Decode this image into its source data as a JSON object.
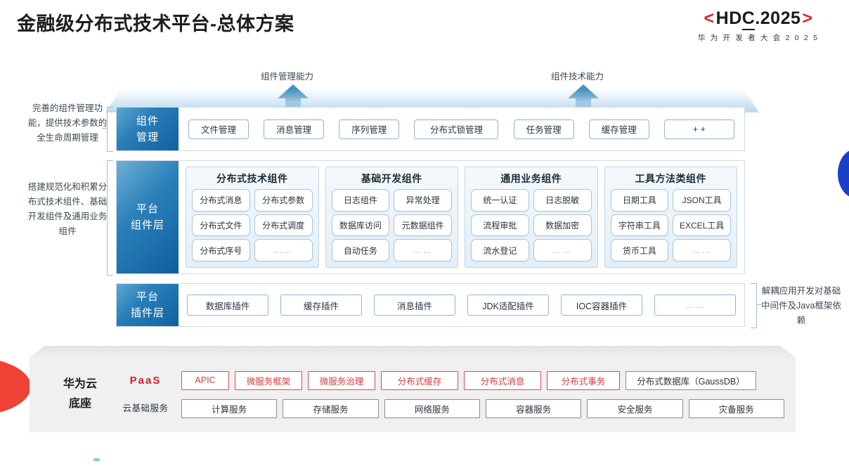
{
  "header": {
    "title": "金融级分布式技术平台-总体方案",
    "logo_bracket_left": "<",
    "logo_bracket_right": ">",
    "logo_h": "H",
    "logo_d": "D",
    "logo_c": "C",
    "logo_suffix": ".2025",
    "logo_subtitle": "华 为 开 发 者 大 会 2 0 2 5"
  },
  "arrows": {
    "left_caption": "组件管理能力",
    "right_caption": "组件技术能力"
  },
  "notes": {
    "left_top": "完善的组件管理功能，提供技术参数的全生命周期管理",
    "left_bottom": "搭建规范化和积累分布式技术组件、基础开发组件及通用业务组件",
    "right": "解耦应用开发对基础中间件及Java框架依赖"
  },
  "rows": {
    "component_management": {
      "label_line1": "组件",
      "label_line2": "管理",
      "items": [
        {
          "text": "文件管理",
          "width": 86
        },
        {
          "text": "消息管理",
          "width": 86
        },
        {
          "text": "序列管理",
          "width": 86
        },
        {
          "text": "分布式锁管理",
          "width": 120
        },
        {
          "text": "任务管理",
          "width": 86
        },
        {
          "text": "缓存管理",
          "width": 86
        },
        {
          "text": "+ +",
          "width": 100
        }
      ]
    },
    "platform_component_layer": {
      "label_line1": "平台",
      "label_line2": "组件层",
      "groups": [
        {
          "title": "分布式技术组件",
          "items": [
            "分布式消息",
            "分布式参数",
            "分布式文件",
            "分布式调度",
            "分布式序号",
            "……"
          ]
        },
        {
          "title": "基础开发组件",
          "items": [
            "日志组件",
            "异常处理",
            "数据库访问",
            "元数据组件",
            "自动任务",
            "……"
          ]
        },
        {
          "title": "通用业务组件",
          "items": [
            "统一认证",
            "日志脱敏",
            "流程审批",
            "数据加密",
            "流水登记",
            "……"
          ]
        },
        {
          "title": "工具方法类组件",
          "items": [
            "日期工具",
            "JSON工具",
            "字符串工具",
            "EXCEL工具",
            "货币工具",
            "……"
          ]
        }
      ]
    },
    "platform_plugin_layer": {
      "label_line1": "平台",
      "label_line2": "插件层",
      "items": [
        {
          "text": "数据库插件",
          "width": 116
        },
        {
          "text": "缓存插件",
          "width": 116
        },
        {
          "text": "消息插件",
          "width": 116
        },
        {
          "text": "JDK适配插件",
          "width": 116
        },
        {
          "text": "IOC容器插件",
          "width": 116
        },
        {
          "text": "……",
          "width": 116
        }
      ]
    }
  },
  "base": {
    "title_line1": "华为云",
    "title_line2": "底座",
    "paas_label": "PaaS",
    "cloud_label": "云基础服务",
    "paas_items": [
      {
        "text": "APIC",
        "width": 68,
        "style": "red"
      },
      {
        "text": "微服务框架",
        "width": 96,
        "style": "red"
      },
      {
        "text": "微服务治理",
        "width": 96,
        "style": "red"
      },
      {
        "text": "分布式缓存",
        "width": 110,
        "style": "red"
      },
      {
        "text": "分布式消息",
        "width": 110,
        "style": "red"
      },
      {
        "text": "分布式事务",
        "width": 104,
        "style": "red"
      },
      {
        "text": "分布式数据库（GaussDB）",
        "width": 186,
        "style": "gray"
      }
    ],
    "cloud_items": [
      "计算服务",
      "存储服务",
      "网络服务",
      "容器服务",
      "安全服务",
      "灾备服务"
    ]
  },
  "colors": {
    "brand_red": "#d6272c",
    "accent_blue": "#1160a0",
    "lens_blue": "#1b40c8",
    "wedge_red": "#ef4136",
    "base_gray": "#f0f0f0"
  }
}
